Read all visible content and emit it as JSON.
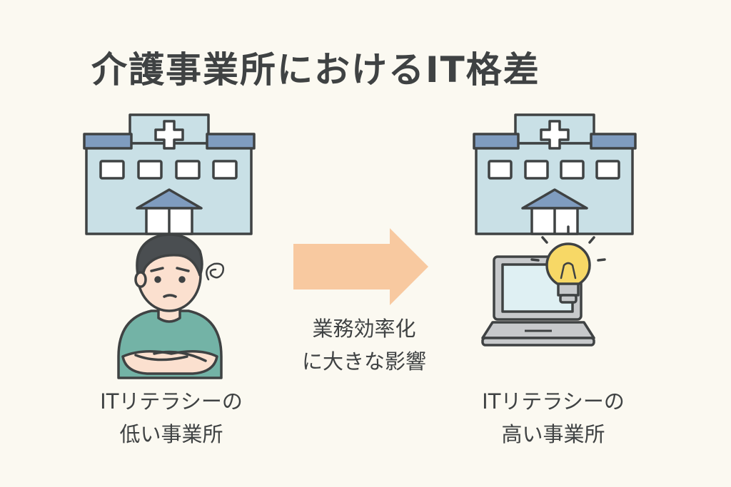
{
  "title": "介護事業所におけるIT格差",
  "left": {
    "caption_line1": "ITリテラシーの",
    "caption_line2": "低い事業所"
  },
  "center": {
    "caption_line1": "業務効率化",
    "caption_line2": "に大きな影響"
  },
  "right": {
    "caption_line1": "ITリテラシーの",
    "caption_line2": "高い事業所"
  },
  "colors": {
    "background": "#fbf9f1",
    "building": "#c9e0e6",
    "roof": "#7f9cbf",
    "outline": "#3f4243",
    "arrow": "#f8c9a0",
    "shirt": "#73b3a6",
    "skin": "#fbe0cf",
    "bulb": "#f7d866",
    "laptop": "#c7c9cb",
    "screen": "#dff0f3"
  },
  "icons": [
    "hospital-icon-left",
    "worried-person-icon",
    "arrow-right-icon",
    "hospital-icon-right",
    "laptop-icon",
    "lightbulb-icon"
  ]
}
